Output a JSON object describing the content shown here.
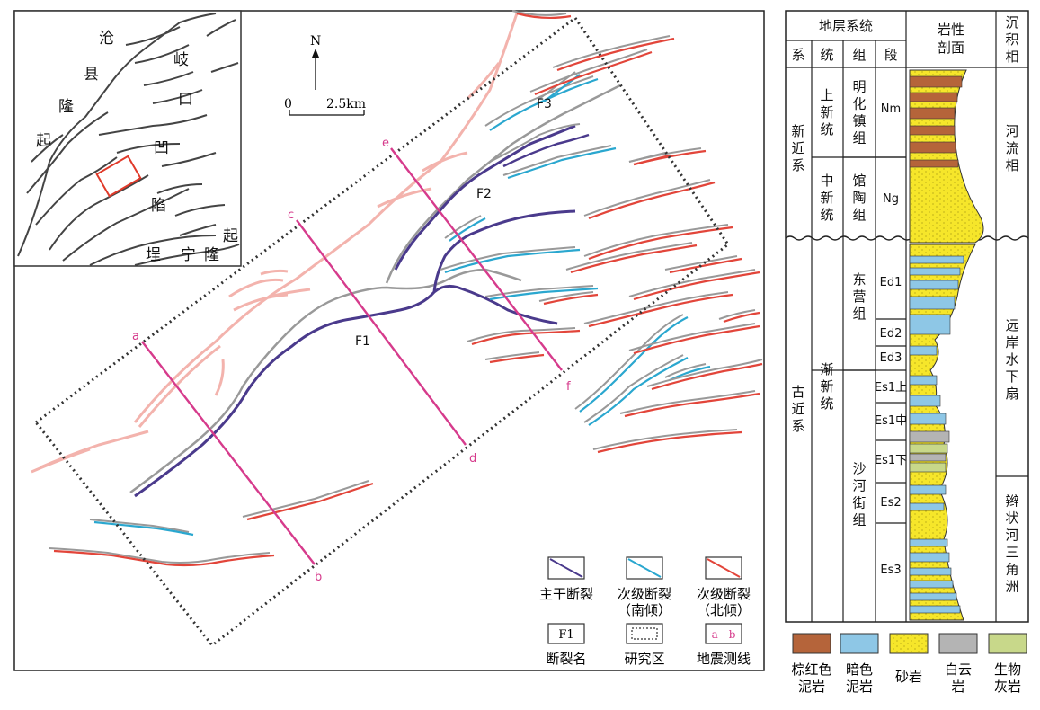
{
  "inset": {
    "labels": [
      "沧",
      "县",
      "隆",
      "起",
      "岐",
      "口",
      "凹",
      "陷",
      "埕",
      "宁",
      "隆",
      "起"
    ]
  },
  "north": "N",
  "scale": {
    "zero": "0",
    "distance": "2.5km"
  },
  "faults": {
    "f1": "F1",
    "f2": "F2",
    "f3": "F3"
  },
  "profiles": [
    {
      "start": "a",
      "end": "b"
    },
    {
      "start": "c",
      "end": "d"
    },
    {
      "start": "e",
      "end": "f"
    }
  ],
  "legend": {
    "main_fault": "主干断裂",
    "south_fault": [
      "次级断裂",
      "（南倾）"
    ],
    "north_fault": [
      "次级断裂",
      "（北倾）"
    ],
    "fault_name_symbol": "F1",
    "fault_name": "断裂名",
    "study_area": "研究区",
    "seismic_symbol": "a—b",
    "seismic_line": "地震测线"
  },
  "column": {
    "headers": {
      "strat_system": "地层系统",
      "lithology": [
        "岩性",
        "剖面"
      ],
      "facies": [
        "沉",
        "积",
        "相"
      ],
      "system": "系",
      "series": "统",
      "formation": "组",
      "member": "段"
    },
    "systems": [
      "新近系",
      "古近系"
    ],
    "series": [
      "上新统",
      "中新统",
      "渐新统"
    ],
    "formations": [
      "明化镇组",
      "馆陶组",
      "东营组",
      "沙河街组"
    ],
    "members": [
      "Nm",
      "Ng",
      "Ed1",
      "Ed2",
      "Ed3",
      "Es1上",
      "Es1中",
      "Es1下",
      "Es2",
      "Es3"
    ],
    "facies": [
      "河流相",
      "远岸水下扇",
      "辫状河三角洲"
    ]
  },
  "lith_legend": [
    {
      "label": [
        "棕红色",
        "泥岩"
      ],
      "color": "#b5643a"
    },
    {
      "label": [
        "暗色",
        "泥岩"
      ],
      "color": "#8ec7e6"
    },
    {
      "label": [
        "砂岩"
      ],
      "color": "#f6e62a"
    },
    {
      "label": [
        "白云",
        "岩"
      ],
      "color": "#b4b4b4"
    },
    {
      "label": [
        "生物",
        "灰岩"
      ],
      "color": "#c8d88a"
    }
  ],
  "colors": {
    "main_fault": "#4a3a8c",
    "south_fault": "#2aa7cf",
    "north_fault": "#e2453a",
    "seismic_line": "#d63b8c",
    "inset_box": "#e03a2a"
  }
}
